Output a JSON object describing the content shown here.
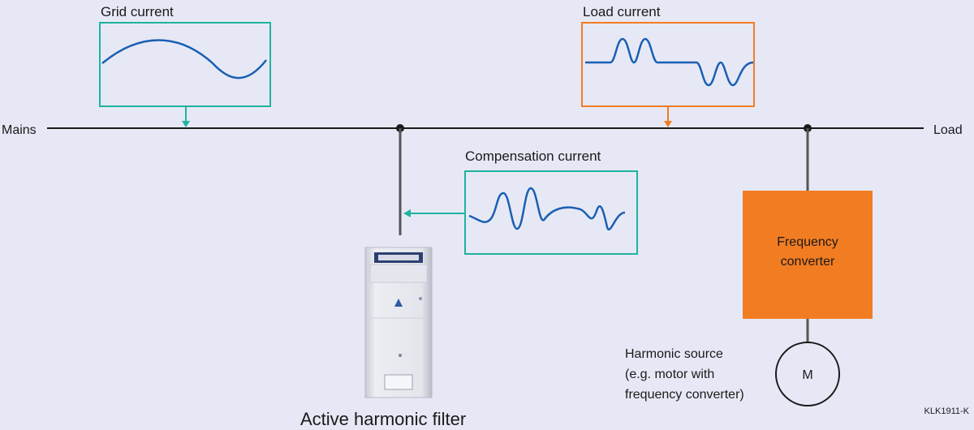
{
  "labels": {
    "mains": "Mains",
    "load": "Load",
    "grid_current": "Grid current",
    "load_current": "Load current",
    "compensation_current": "Compensation current",
    "converter_line1": "Frequency",
    "converter_line2": "converter",
    "motor": "M",
    "harmonic_line1": "Harmonic source",
    "harmonic_line2": "(e.g. motor with",
    "harmonic_line3": "frequency converter)",
    "filter_name": "Active harmonic filter",
    "figure_code": "KLK1911-K"
  },
  "colors": {
    "background": "#e6e9f5",
    "line": "#1a1a1a",
    "teal": "#1fb3a0",
    "orange": "#f27c22",
    "wave": "#1a5fb4",
    "cabinet": "#dcdee6"
  }
}
